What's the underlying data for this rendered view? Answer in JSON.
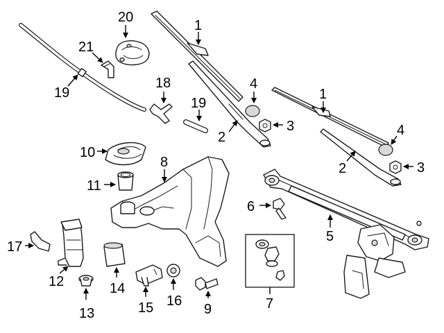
{
  "callouts": {
    "c1a": "1",
    "c1b": "1",
    "c2a": "2",
    "c2b": "2",
    "c3a": "3",
    "c3b": "3",
    "c4a": "4",
    "c4b": "4",
    "c5": "5",
    "c6": "6",
    "c7": "7",
    "c8": "8",
    "c9": "9",
    "c10": "10",
    "c11": "11",
    "c12": "12",
    "c13": "13",
    "c14": "14",
    "c15": "15",
    "c16": "16",
    "c17": "17",
    "c18": "18",
    "c19a": "19",
    "c19b": "19",
    "c20": "20",
    "c21": "21"
  }
}
